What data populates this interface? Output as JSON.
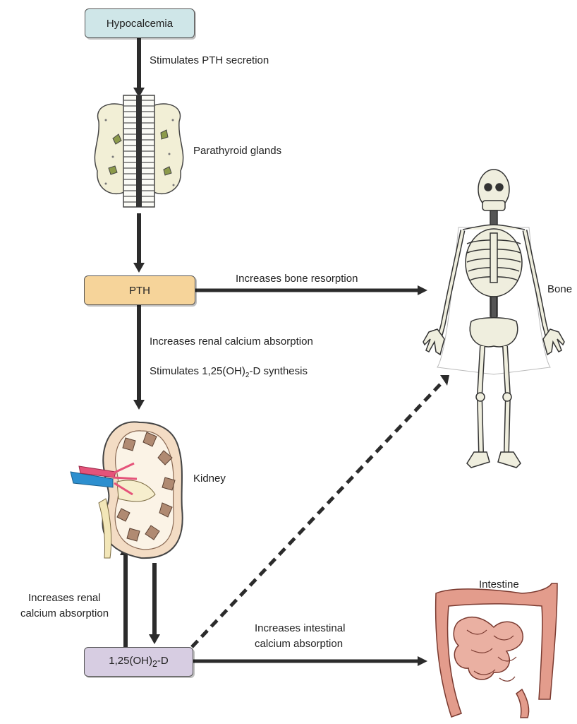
{
  "nodes": {
    "hypocalcemia": "Hypocalcemia",
    "pth": "PTH",
    "vitd": {
      "prefix": "1,25(OH)",
      "sub": "2",
      "suffix": "-D"
    }
  },
  "labels": {
    "stimulates_pth": "Stimulates PTH secretion",
    "parathyroid": "Parathyroid glands",
    "bone_resorption": "Increases bone resorption",
    "bone": "Bone",
    "renal_abs_1": "Increases renal calcium absorption",
    "stim_synth": {
      "prefix": "Stimulates 1,25(OH)",
      "sub": "2",
      "suffix": "-D synthesis"
    },
    "kidney": "Kidney",
    "renal_abs_2_line1": "Increases renal",
    "renal_abs_2_line2": "calcium absorption",
    "intestinal_line1": "Increases intestinal",
    "intestinal_line2": "calcium absorption",
    "intestine": "Intestine"
  },
  "colors": {
    "hypocalcemia_fill": "#cfe6e8",
    "pth_fill": "#f6d49a",
    "vitd_fill": "#d7cde2",
    "arrow": "#2b2b2b",
    "gland": "#f2efd6",
    "bone": "#efeede",
    "kidney_tissue": "#f3dcc4",
    "kidney_pyramid": "#b08a72",
    "intestine": "#e39c8c",
    "vein": "#2d8fcf",
    "artery": "#e5537a"
  }
}
